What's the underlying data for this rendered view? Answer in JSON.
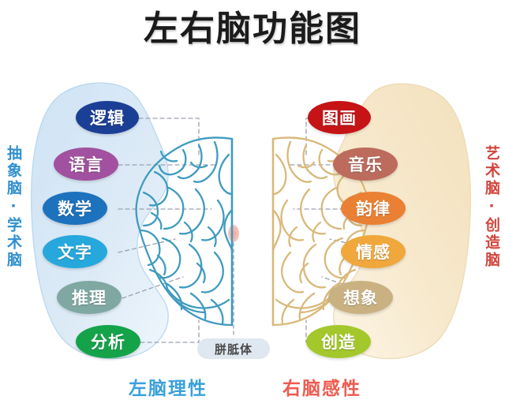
{
  "page": {
    "title": "左右脑功能图",
    "background": "#ffffff"
  },
  "left_hemisphere": {
    "side_label": "抽象脑·学术脑",
    "side_label_color": "#2f8fd0",
    "bottom_label": "左脑理性",
    "bottom_label_color": "#3aa0dd",
    "blob_color": "#dceaf6",
    "brain_stroke_color": "#3f9bbf",
    "functions": [
      {
        "label": "逻辑",
        "color": "#1c3f96",
        "text_color": "#ffffff"
      },
      {
        "label": "语言",
        "color": "#a1519f",
        "text_color": "#ffffff"
      },
      {
        "label": "数学",
        "color": "#1d72bd",
        "text_color": "#ffffff"
      },
      {
        "label": "文字",
        "color": "#27a8dd",
        "text_color": "#ffffff"
      },
      {
        "label": "推理",
        "color": "#7fa8a3",
        "text_color": "#ffffff"
      },
      {
        "label": "分析",
        "color": "#14a349",
        "text_color": "#ffffff"
      }
    ]
  },
  "right_hemisphere": {
    "side_label": "艺术脑·创造脑",
    "side_label_color": "#d2453c",
    "bottom_label": "右脑感性",
    "bottom_label_color": "#ef5a4e",
    "blob_color": "#f6e6c8",
    "brain_stroke_color": "#d9b97a",
    "functions": [
      {
        "label": "图画",
        "color": "#c51316",
        "text_color": "#ffffff"
      },
      {
        "label": "音乐",
        "color": "#bd6b5c",
        "text_color": "#ffffff"
      },
      {
        "label": "韵律",
        "color": "#ea8033",
        "text_color": "#ffffff"
      },
      {
        "label": "情感",
        "color": "#f0a73c",
        "text_color": "#ffffff"
      },
      {
        "label": "想象",
        "color": "#c9b181",
        "text_color": "#ffffff"
      },
      {
        "label": "创造",
        "color": "#a4c82c",
        "text_color": "#ffffff"
      }
    ]
  },
  "center": {
    "corpus_callosum_label": "胼胝体",
    "corpus_callosum_badge_color": "#dfe7f0",
    "connector_color": "#9aa0b0"
  }
}
